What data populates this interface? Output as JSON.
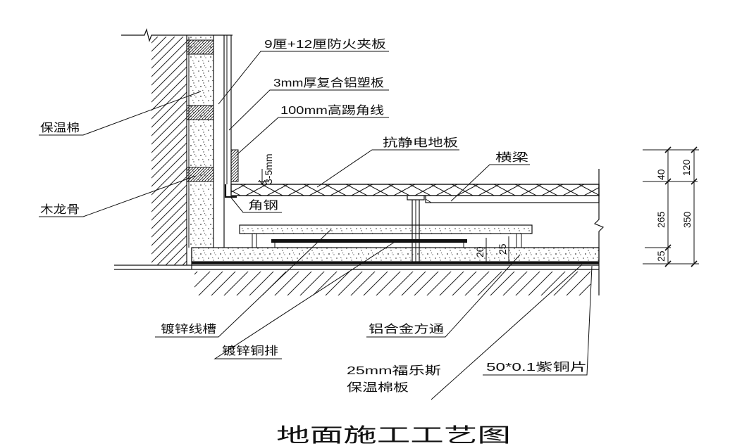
{
  "drawing": {
    "title": "地面施工工艺图",
    "labels": {
      "fire_plywood": "9厘+12厘防火夹板",
      "aluminum_panel": "3mm厚复合铝塑板",
      "skirting": "100mm高踢角线",
      "antistatic_floor": "抗静电地板",
      "beam": "横梁",
      "insulation_cotton": "保温棉",
      "wood_keel": "木龙骨",
      "angle_steel": "角钢",
      "gap": "3-5mm",
      "cable_tray": "镀锌线槽",
      "copper_bar": "镀锌铜排",
      "aluminum_tube": "铝合金方通",
      "armaflex_line1": "25mm福乐斯",
      "armaflex_line2": "保温棉板",
      "copper_sheet": "50*0.1紫铜片"
    },
    "dimensions": {
      "d120": "120",
      "d40": "40",
      "d265": "265",
      "d350": "350",
      "d25": "25",
      "d20_inner": "20",
      "d25_inner": "25"
    }
  }
}
